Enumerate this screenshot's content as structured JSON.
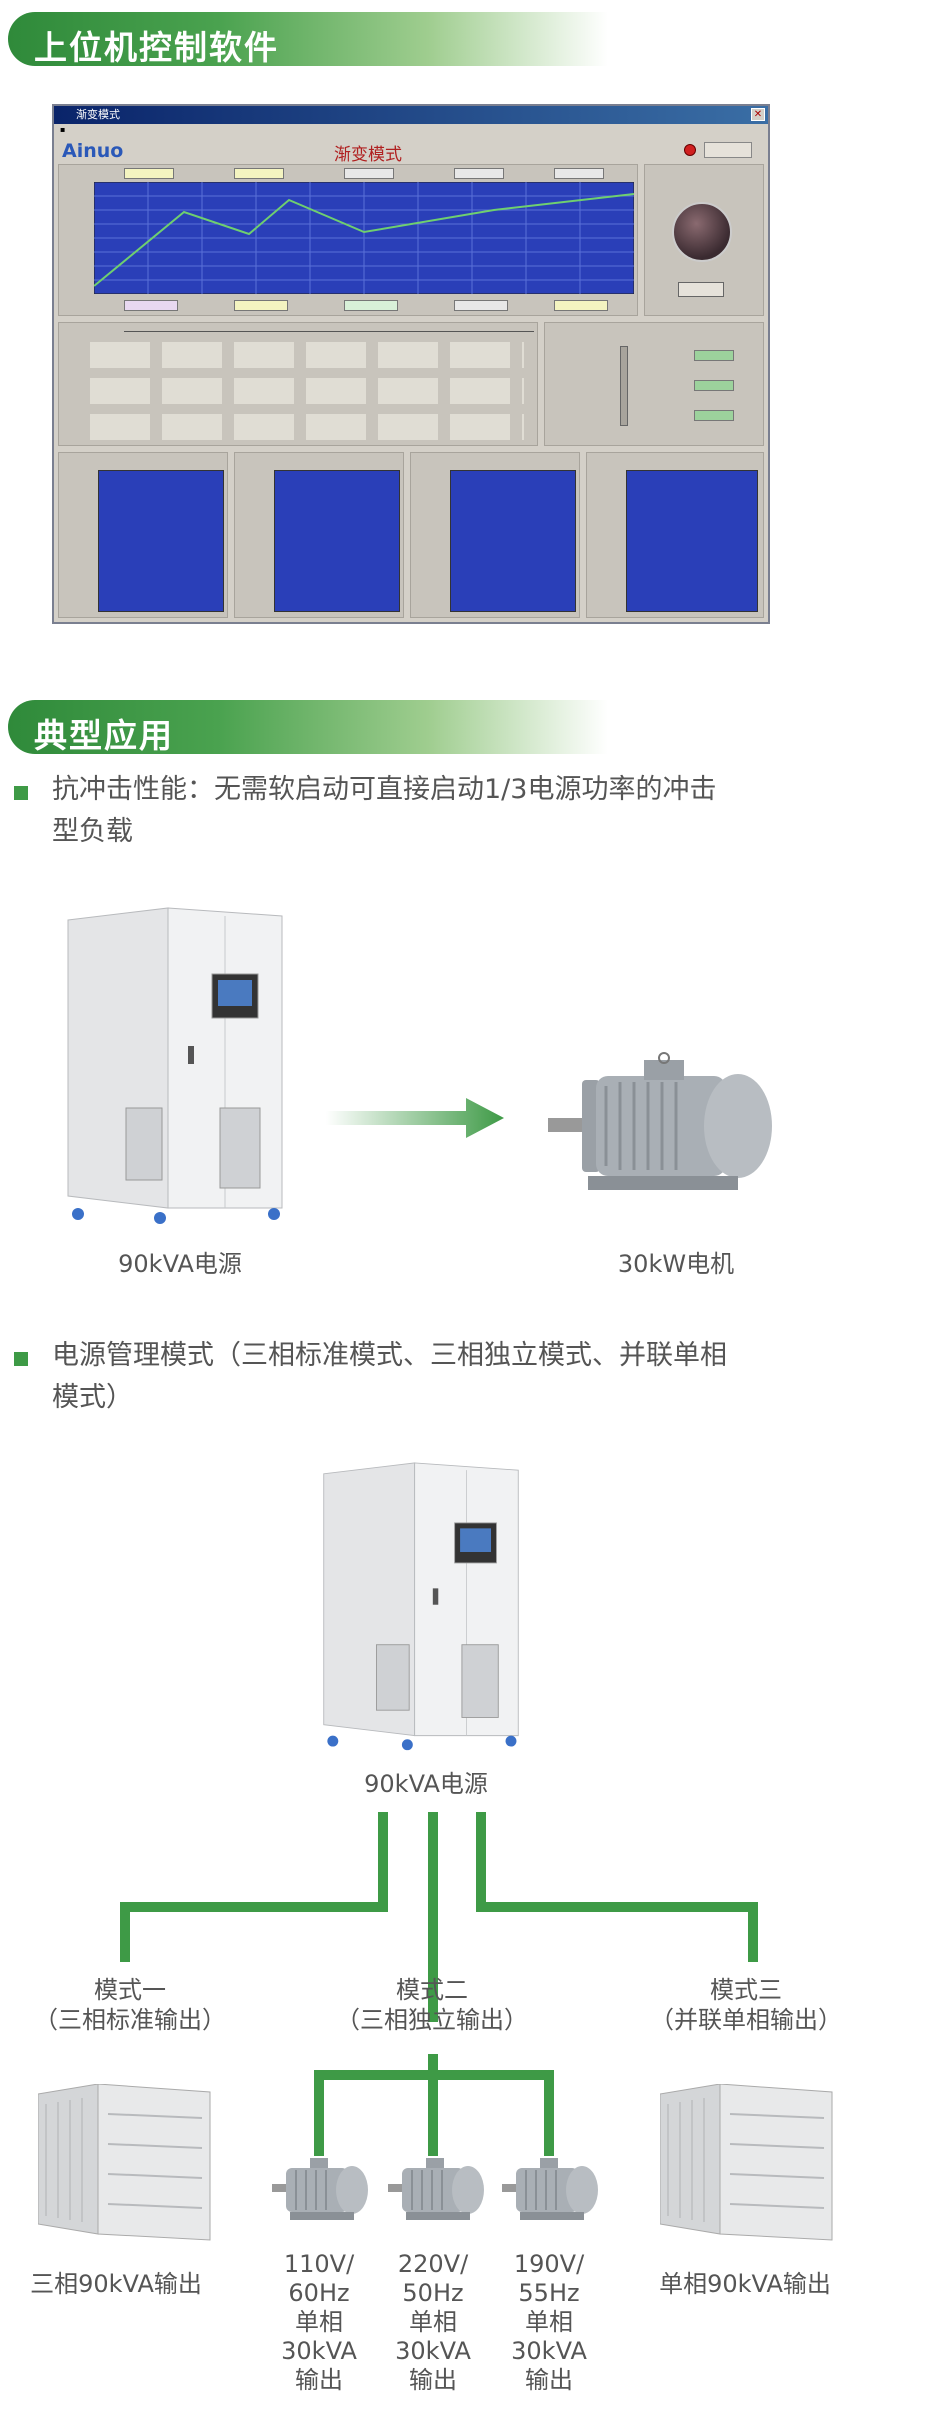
{
  "sections": {
    "software_title": "上位机控制软件",
    "applications_title": "典型应用"
  },
  "software_window": {
    "window_title": "渐变模式",
    "brand": "Ainuo",
    "heading": "渐变模式"
  },
  "app1": {
    "text_line1": "抗冲击性能：无需软启动可直接启动1/3电源功率的冲击",
    "text_line2": "型负载",
    "source_caption": "90kVA电源",
    "motor_caption": "30kW电机"
  },
  "app2": {
    "text_line1": "电源管理模式（三相标准模式、三相独立模式、并联单相",
    "text_line2": "模式）",
    "source_caption": "90kVA电源",
    "mode1_name": "模式一",
    "mode1_desc": "（三相标准输出）",
    "mode2_name": "模式二",
    "mode2_desc": "（三相独立输出）",
    "mode3_name": "模式三",
    "mode3_desc": "（并联单相输出）",
    "mode1_output": "三相90kVA输出",
    "mode3_output": "单相90kVA输出",
    "motors": [
      {
        "l1": "110V/",
        "l2": "60Hz",
        "l3": "单相",
        "l4": "30kVA",
        "l5": "输出"
      },
      {
        "l1": "220V/",
        "l2": "50Hz",
        "l3": "单相",
        "l4": "30kVA",
        "l5": "输出"
      },
      {
        "l1": "190V/",
        "l2": "55Hz",
        "l3": "单相",
        "l4": "30kVA",
        "l5": "输出"
      }
    ]
  },
  "colors": {
    "accent_green": "#3e9a46",
    "plot_blue": "#2a3fb8"
  }
}
